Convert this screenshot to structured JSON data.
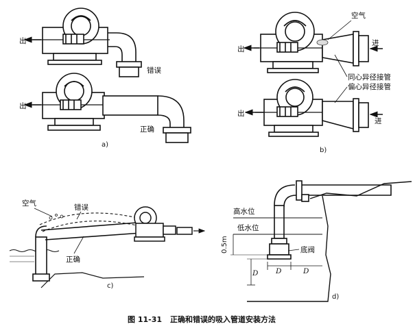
{
  "panel_a": {
    "label": "a)",
    "outlet": "出",
    "wrong": "错误",
    "right": "正确"
  },
  "panel_b": {
    "label": "b)",
    "air": "空气",
    "outlet": "出",
    "inlet": "进",
    "concentric": "同心异径接管",
    "eccentric": "偏心异径接管"
  },
  "panel_c": {
    "label": "c)",
    "air": "空气",
    "wrong": "错误",
    "right": "正确"
  },
  "panel_d": {
    "label": "d)",
    "high_water": "高水位",
    "low_water": "低水位",
    "depth": "0.5m",
    "foot_valve": "底阀",
    "dim_d1": "D",
    "dim_d2": "D",
    "dim_d3": "D"
  },
  "caption": {
    "number": "图 11-31",
    "text": "正确和错误的吸入管道安装方法"
  }
}
